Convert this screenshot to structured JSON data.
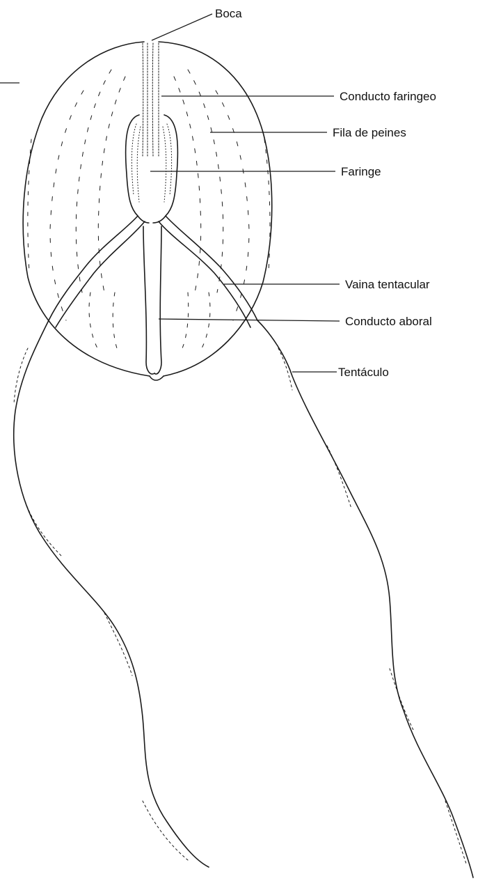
{
  "labels": {
    "boca": "Boca",
    "conducto_faringeo": "Conducto faringeo",
    "fila_de_peines": "Fila de peines",
    "faringe": "Faringe",
    "vaina_tentacular": "Vaina tentacular",
    "conducto_aboral": "Conducto aboral",
    "tentaculo": "Tentáculo"
  }
}
